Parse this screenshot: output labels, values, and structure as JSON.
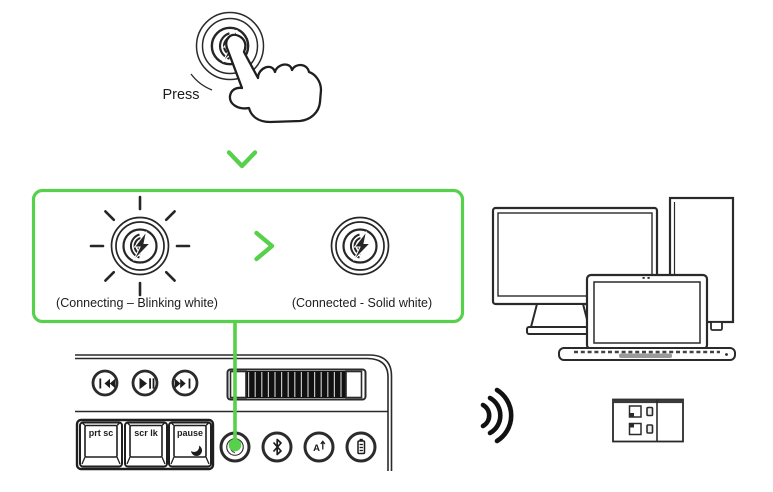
{
  "labels": {
    "press": "Press",
    "connecting": "(Connecting – Blinking white)",
    "connected": "(Connected - Solid white)"
  },
  "keyboard": {
    "keycaps": [
      "prt sc",
      "scr lk",
      "pause"
    ],
    "ai_key_letter": "A"
  },
  "icons": {
    "press_button": "wireless-pairing-button-icon",
    "hand": "pressing-hand-icon",
    "down_chevron": "down-chevron-icon",
    "blinking_indicator": "blinking-wireless-indicator-icon",
    "next_chevron": "right-chevron-icon",
    "solid_indicator": "solid-wireless-indicator-icon",
    "media_buttons": [
      "previous-track-icon",
      "play-pause-icon",
      "next-track-icon"
    ],
    "sleep_key": "moon-icon",
    "function_buttons": [
      "wireless-pairing-icon",
      "bluetooth-icon",
      "ai-toggle-icon",
      "battery-icon"
    ],
    "signal": "wireless-signal-waves-icon",
    "receiver": "usb-dongle-icon",
    "devices": [
      "monitor-icon",
      "desktop-tower-icon",
      "laptop-icon"
    ]
  },
  "colors": {
    "accent_green": "#57d04b",
    "ink": "#262626",
    "roller_black": "#111111"
  }
}
